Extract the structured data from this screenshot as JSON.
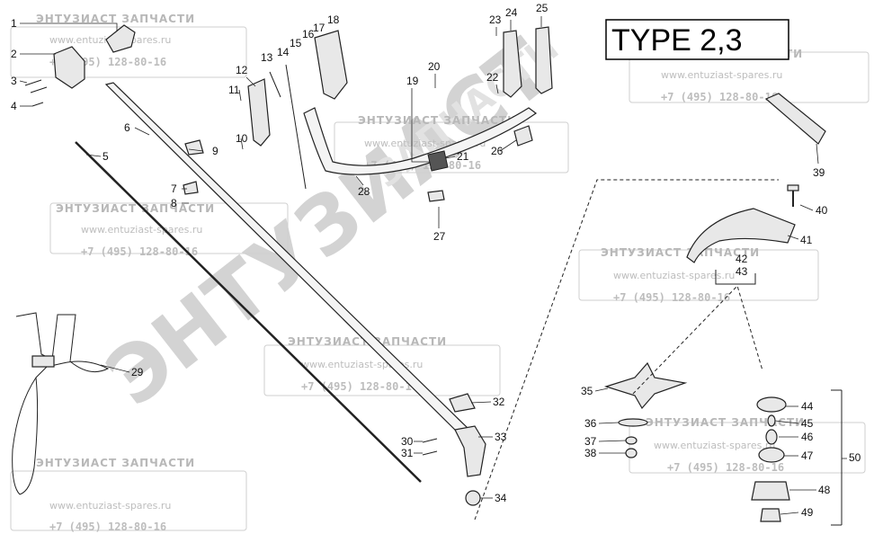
{
  "type_label": "TYPE 2,3",
  "watermark": {
    "title": "ЭНТУЗИАСТ ЗАПЧАСТИ",
    "site": "www.entuziast-spares.ru",
    "phone": "+7 (495) 128-80-16",
    "big_text": "ЭНТУЗИАСТ",
    "big_text_small": "ЗАПЧАСТИ"
  },
  "callouts": [
    "1",
    "2",
    "3",
    "4",
    "5",
    "6",
    "7",
    "8",
    "9",
    "10",
    "11",
    "12",
    "13",
    "14",
    "15",
    "16",
    "17",
    "18",
    "19",
    "20",
    "21",
    "22",
    "23",
    "24",
    "25",
    "26",
    "27",
    "28",
    "29",
    "30",
    "31",
    "32",
    "33",
    "34",
    "35",
    "36",
    "37",
    "38",
    "39",
    "40",
    "41",
    "42",
    "43",
    "44",
    "45",
    "46",
    "47",
    "48",
    "49",
    "50"
  ]
}
